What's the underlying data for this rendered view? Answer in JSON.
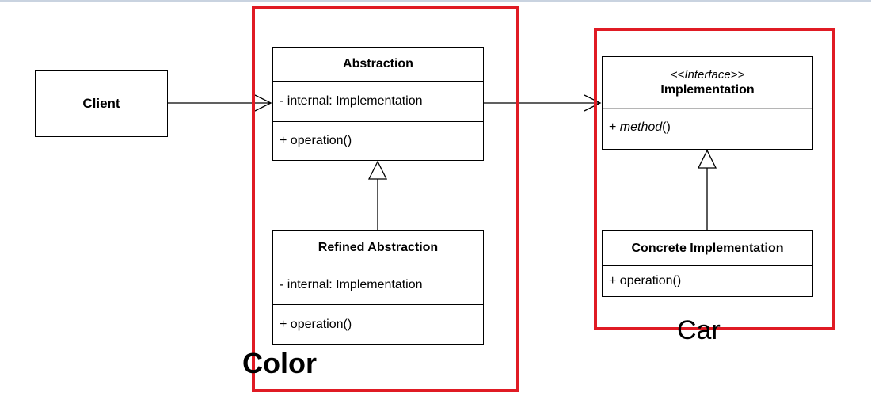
{
  "client": {
    "label": "Client"
  },
  "abstraction": {
    "name": "Abstraction",
    "attribute": "- internal: Implementation",
    "operation": "+ operation()"
  },
  "refined_abstraction": {
    "name": "Refined Abstraction",
    "attribute": "- internal: Implementation",
    "operation": "+ operation()"
  },
  "implementation": {
    "stereotype": "<<Interface>>",
    "name": "Implementation",
    "method_visibility": "+ ",
    "method_name": "method",
    "method_parens": "()"
  },
  "concrete_implementation": {
    "name": "Concrete Implementation",
    "operation": "+ operation()"
  },
  "annotations": {
    "color_label": "Color",
    "car_label": "Car",
    "frame_color": "#e01b24"
  }
}
